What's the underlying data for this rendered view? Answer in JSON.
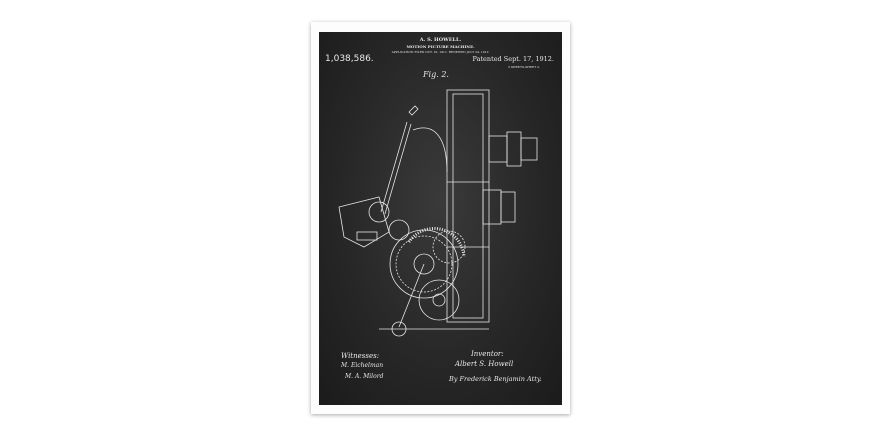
{
  "poster": {
    "inventor_header": "A. S. HOWELL.",
    "title": "MOTION PICTURE MACHINE.",
    "application": "APPLICATION FILED OCT. 16, 1911. RENEWED JULY 24, 1912.",
    "patent_number": "1,038,586.",
    "patented_date": "Patented Sept. 17, 1912.",
    "sheets": "3 SHEETS-SHEET 2.",
    "figure_label": "Fig. 2.",
    "witnesses_label": "Witnesses:",
    "witness_1": "M. Eichelman",
    "witness_2": "M. A. Milord",
    "inventor_label": "Inventor:",
    "inventor_signature": "Albert S. Howell",
    "by_attorney": "By Frederick Benjamin Atty."
  },
  "colors": {
    "board": "#262626",
    "line": "#e8e8e8",
    "frame": "#fdfdfd"
  }
}
